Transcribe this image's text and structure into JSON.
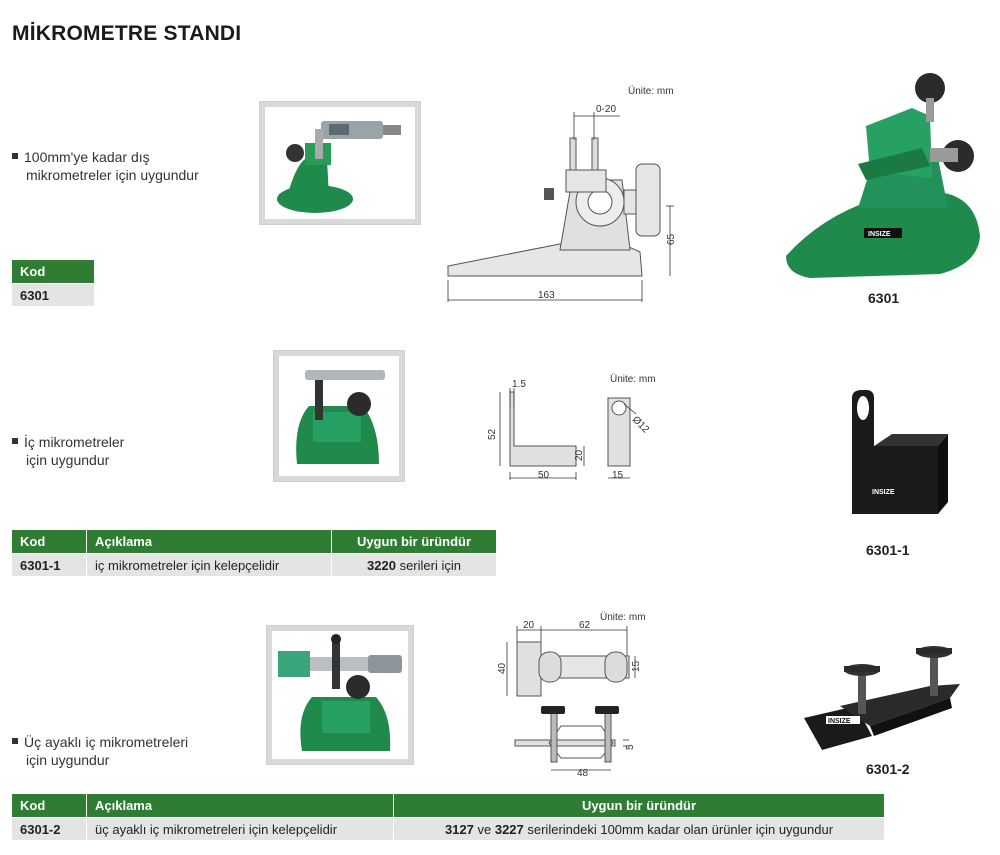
{
  "title": "MİKROMETRE STANDI",
  "sec1": {
    "bullet_line1": "100mm'ye kadar dış",
    "bullet_line2": "mikrometreler için uygundur",
    "kod_header": "Kod",
    "kod_value": "6301",
    "unit": "Ünite: mm",
    "dim_top": "0-20",
    "dim_height": "65",
    "dim_width": "163",
    "product_label": "6301"
  },
  "sec2": {
    "bullet_line1": "İç mikrometreler",
    "bullet_line2": "için uygundur",
    "unit": "Ünite: mm",
    "dim_thickness": "1.5",
    "dim_height": "52",
    "dim_width": "50",
    "dim_small_h": "20",
    "dim_hole": "Ø12",
    "dim_depth": "15",
    "product_label": "6301-1",
    "table": {
      "headers": [
        "Kod",
        "Açıklama",
        "Uygun bir üründür"
      ],
      "row": {
        "kod": "6301-1",
        "aciklama": "iç mikrometreler için kelepçelidir",
        "uygun_bold": "3220",
        "uygun_rest": " serileri için"
      }
    }
  },
  "sec3": {
    "bullet_line1": "Üç ayaklı iç mikrometreleri",
    "bullet_line2": "için uygundur",
    "unit": "Ünite: mm",
    "dim_20": "20",
    "dim_62": "62",
    "dim_40": "40",
    "dim_15": "15",
    "dim_5": "5",
    "dim_48": "48",
    "product_label": "6301-2",
    "table": {
      "headers": [
        "Kod",
        "Açıklama",
        "Uygun bir üründür"
      ],
      "row": {
        "kod": "6301-2",
        "aciklama": "üç ayaklı iç mikrometreleri için kelepçelidir",
        "b1": "3127",
        "mid": " ve ",
        "b2": "3227",
        "rest": " serilerindeki 100mm kadar olan ürünler için uygundur"
      }
    }
  },
  "brand_mark": "INSIZE",
  "colors": {
    "green": "#2e7d32",
    "product_green": "#1f8a4c",
    "gray_fill": "#e4e4e4"
  }
}
